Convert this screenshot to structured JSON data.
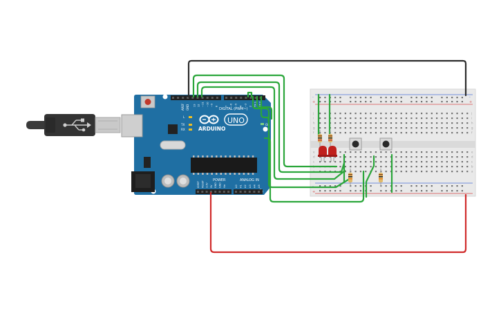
{
  "arduino": {
    "brand": "ARDUINO",
    "model": "UNO",
    "digital_label": "DIGITAL (PWM~)",
    "power_label": "POWER",
    "analog_label": "ANALOG IN",
    "on_label": "ON",
    "tx_label": "TX",
    "rx_label": "RX",
    "l_label": "L",
    "aref_label": "AREF",
    "gnd_label": "GND",
    "digital_pins": [
      "13",
      "12",
      "~11",
      "~10",
      "~9",
      "8",
      "7",
      "~6",
      "~5",
      "4",
      "~3",
      "2",
      "TX 1",
      "RX 0"
    ],
    "power_pins": [
      "IOREF",
      "RESET",
      "3.3V",
      "5V",
      "GND",
      "GND",
      "Vin"
    ],
    "analog_pins": [
      "A0",
      "A1",
      "A2",
      "A3",
      "A4",
      "A5"
    ]
  },
  "breadboard": {
    "row_letters_top": [
      "j",
      "i",
      "h",
      "g",
      "f"
    ],
    "row_letters_bottom": [
      "e",
      "d",
      "c",
      "b",
      "a"
    ],
    "rail_plus": "+",
    "rail_minus": "-",
    "column_count": 30
  },
  "components": {
    "leds": [
      "led-1",
      "led-2"
    ],
    "buttons": [
      "button-1",
      "button-2"
    ],
    "resistors": [
      "resistor-led-1",
      "resistor-led-2",
      "resistor-button-1",
      "resistor-button-2"
    ]
  },
  "colors": {
    "board": "#1f6fa3",
    "board_dark": "#165783",
    "wire_green": "#2aa63a",
    "wire_black": "#2b2b2b",
    "wire_red": "#d02a2a",
    "led_red": "#c0201c",
    "breadboard": "#e9e9e9",
    "rail_red": "#d44a4a",
    "rail_blue": "#4a6fd4"
  }
}
